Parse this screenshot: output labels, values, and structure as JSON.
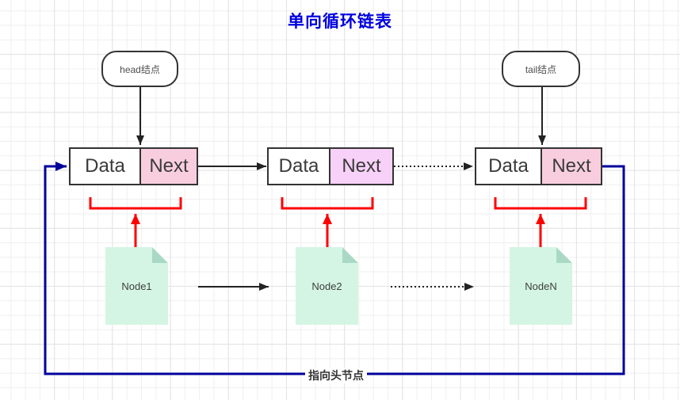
{
  "title": "单向循环链表",
  "pointers": {
    "head_label": "head结点",
    "tail_label": "tail结点"
  },
  "list_nodes": [
    {
      "data_label": "Data",
      "next_label": "Next",
      "next_color": "#f8cede"
    },
    {
      "data_label": "Data",
      "next_label": "Next",
      "next_color": "#f7d1f7"
    },
    {
      "data_label": "Data",
      "next_label": "Next",
      "next_color": "#f8cede"
    }
  ],
  "documents": [
    {
      "label": "Node1"
    },
    {
      "label": "Node2"
    },
    {
      "label": "NodeN"
    }
  ],
  "loop_label": "指向头节点",
  "colors": {
    "title-blue": "#0000e0",
    "ink": "#333333",
    "pink": "#f8cede",
    "magenta": "#f7d1f7",
    "mint": "#d4f5e3",
    "mint-fold": "#a9d9c5",
    "navy": "#00009c",
    "red": "#fe0000"
  }
}
